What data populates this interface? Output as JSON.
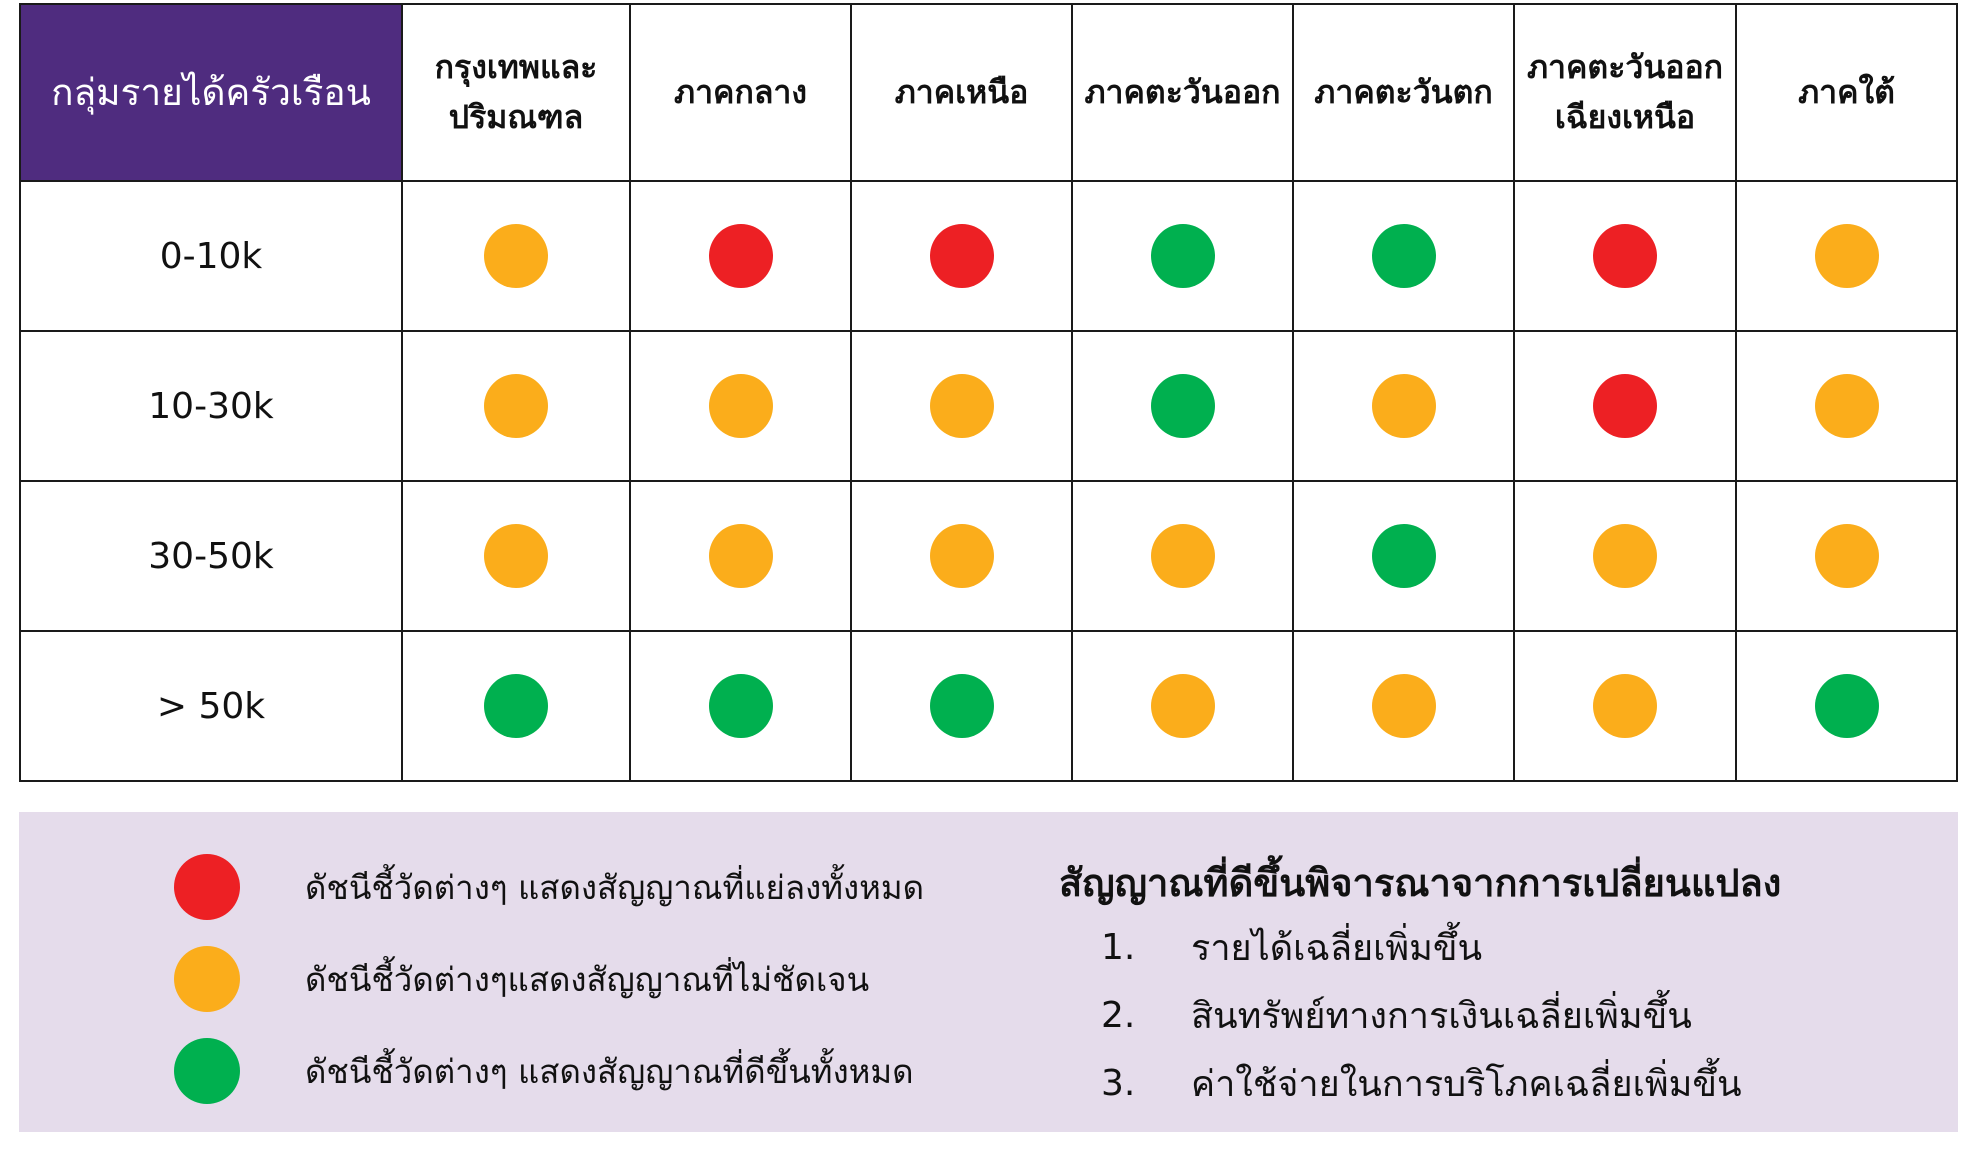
{
  "colors": {
    "red": "#ed2024",
    "amber": "#fbad1b",
    "green": "#00b04f",
    "header_bg": "#4f2c7f",
    "legend_bg": "#e5dceb"
  },
  "chart_data": {
    "type": "table",
    "corner_label": "กลุ่มรายได้ครัวเรือน",
    "columns": [
      {
        "line1": "กรุงเทพและ",
        "line2": "ปริมณฑล"
      },
      {
        "line1": "ภาคกลาง",
        "line2": ""
      },
      {
        "line1": "ภาคเหนือ",
        "line2": ""
      },
      {
        "line1": "ภาคตะวันออก",
        "line2": ""
      },
      {
        "line1": "ภาคตะวันตก",
        "line2": ""
      },
      {
        "line1": "ภาคตะวันออก",
        "line2": "เฉียงเหนือ"
      },
      {
        "line1": "ภาคใต้",
        "line2": ""
      }
    ],
    "rows": [
      {
        "label": "0-10k",
        "values": [
          "amber",
          "red",
          "red",
          "green",
          "green",
          "red",
          "amber"
        ]
      },
      {
        "label": "10-30k",
        "values": [
          "amber",
          "amber",
          "amber",
          "green",
          "amber",
          "red",
          "amber"
        ]
      },
      {
        "label": "30-50k",
        "values": [
          "amber",
          "amber",
          "amber",
          "amber",
          "green",
          "amber",
          "amber"
        ]
      },
      {
        "label": "> 50k",
        "values": [
          "green",
          "green",
          "green",
          "amber",
          "amber",
          "amber",
          "green"
        ]
      }
    ]
  },
  "legend": [
    {
      "color": "red",
      "text": "ดัชนีชี้วัดต่างๆ แสดงสัญญาณที่แย่ลงทั้งหมด"
    },
    {
      "color": "amber",
      "text": "ดัชนีชี้วัดต่างๆแสดงสัญญาณที่ไม่ชัดเจน"
    },
    {
      "color": "green",
      "text": "ดัชนีชี้วัดต่างๆ แสดงสัญญาณที่ดีขึ้นทั้งหมด"
    }
  ],
  "criteria": {
    "title": "สัญญาณที่ดีขึ้นพิจารณาจากการเปลี่ยนแปลง",
    "items": [
      {
        "num": "1.",
        "text": "รายได้เฉลี่ยเพิ่มขึ้น"
      },
      {
        "num": "2.",
        "text": "สินทรัพย์ทางการเงินเฉลี่ยเพิ่มขึ้น"
      },
      {
        "num": "3.",
        "text": "ค่าใช้จ่ายในการบริโภคเฉลี่ยเพิ่มขึ้น"
      }
    ]
  }
}
